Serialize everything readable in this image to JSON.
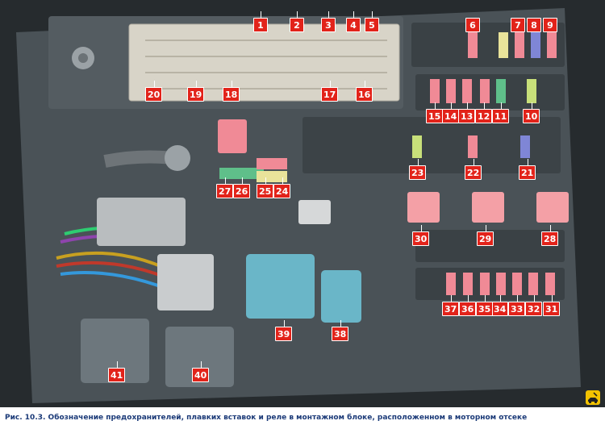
{
  "figure": {
    "caption": "Рис. 10.3. Обозначение предохранителей, плавких вставок и реле в монтажном блоке, расположенном в моторном отсеке"
  },
  "callouts": [
    {
      "num": "1"
    },
    {
      "num": "2"
    },
    {
      "num": "3"
    },
    {
      "num": "4"
    },
    {
      "num": "5"
    },
    {
      "num": "6"
    },
    {
      "num": "7"
    },
    {
      "num": "8"
    },
    {
      "num": "9"
    },
    {
      "num": "10"
    },
    {
      "num": "11"
    },
    {
      "num": "12"
    },
    {
      "num": "13"
    },
    {
      "num": "14"
    },
    {
      "num": "15"
    },
    {
      "num": "16"
    },
    {
      "num": "17"
    },
    {
      "num": "18"
    },
    {
      "num": "19"
    },
    {
      "num": "20"
    },
    {
      "num": "21"
    },
    {
      "num": "22"
    },
    {
      "num": "23"
    },
    {
      "num": "24"
    },
    {
      "num": "25"
    },
    {
      "num": "26"
    },
    {
      "num": "27"
    },
    {
      "num": "28"
    },
    {
      "num": "29"
    },
    {
      "num": "30"
    },
    {
      "num": "31"
    },
    {
      "num": "32"
    },
    {
      "num": "33"
    },
    {
      "num": "34"
    },
    {
      "num": "35"
    },
    {
      "num": "36"
    },
    {
      "num": "37"
    },
    {
      "num": "38"
    },
    {
      "num": "39"
    },
    {
      "num": "40"
    },
    {
      "num": "41"
    }
  ],
  "colors": {
    "callout_bg": "#e2231a",
    "caption_text": "#1b3a78",
    "housing": "#4a5257",
    "relay_blue": "#6ab6c8",
    "fuse_pink": "#f08a96"
  },
  "logo": {
    "icon": "wrench-car-icon"
  }
}
